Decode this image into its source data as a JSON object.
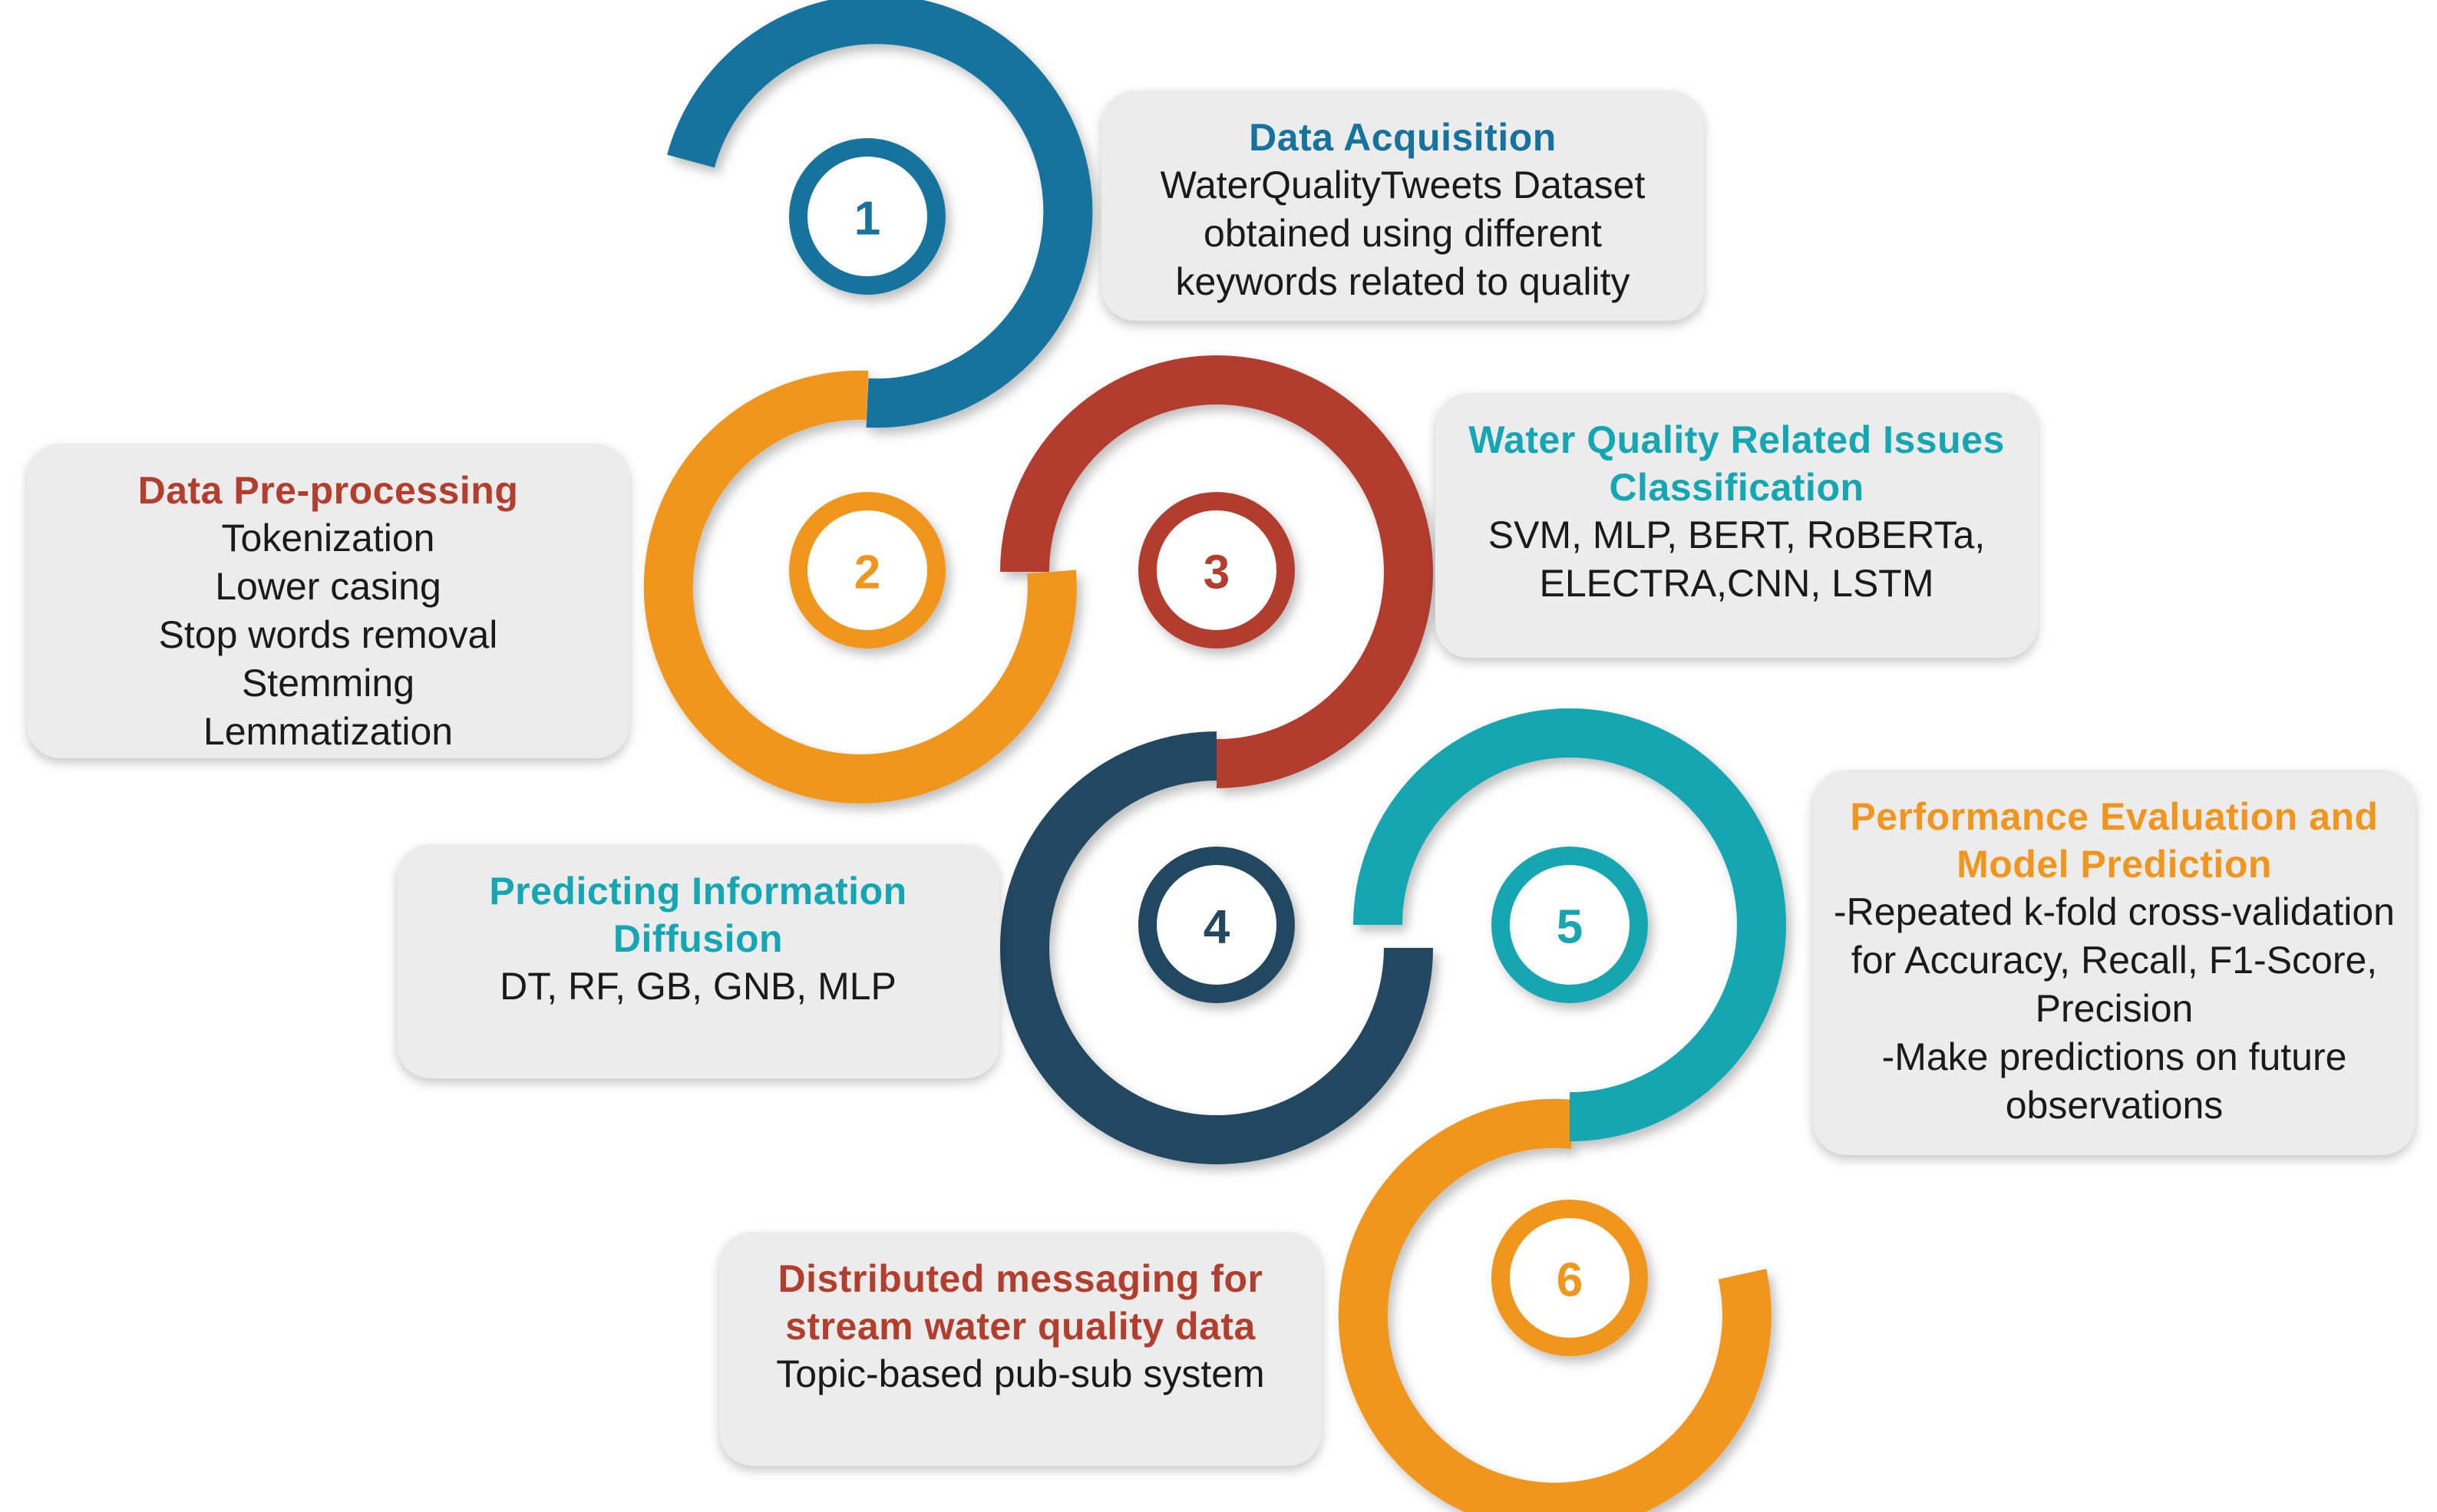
{
  "colors": {
    "step1": "#16739e",
    "step2": "#f0961f",
    "step3": "#b23e2e",
    "step4": "#244760",
    "step5": "#14a6b2",
    "step6": "#f0961f",
    "box_bg": "#ececec"
  },
  "steps": [
    {
      "number": "1",
      "title": "Data Acquisition",
      "title_color": "#16739e",
      "lines": [
        "WaterQualityTweets Dataset",
        "obtained using different",
        "keywords related to quality"
      ]
    },
    {
      "number": "2",
      "title": "Data Pre-processing",
      "title_color": "#b23e2e",
      "lines": [
        "Tokenization",
        "Lower casing",
        "Stop words removal",
        "Stemming",
        "Lemmatization"
      ]
    },
    {
      "number": "3",
      "title_lines": [
        "Water Quality Related Issues",
        "Classification"
      ],
      "title_color": "#14a6b2",
      "lines": [
        "SVM, MLP, BERT, RoBERTa,",
        "ELECTRA,CNN, LSTM"
      ]
    },
    {
      "number": "4",
      "title_lines": [
        "Predicting Information",
        "Diffusion"
      ],
      "title_color": "#14a6b2",
      "lines": [
        "DT, RF, GB, GNB, MLP"
      ]
    },
    {
      "number": "5",
      "title_lines": [
        "Performance Evaluation and",
        "Model Prediction"
      ],
      "title_color": "#f0961f",
      "lines": [
        "-Repeated k-fold cross-validation",
        "for Accuracy, Recall, F1-Score,",
        "Precision",
        "-Make predictions on future",
        "observations"
      ]
    },
    {
      "number": "6",
      "title_lines": [
        "Distributed messaging for",
        "stream water quality data"
      ],
      "title_color": "#b23e2e",
      "lines": [
        "Topic-based pub-sub system"
      ]
    }
  ]
}
